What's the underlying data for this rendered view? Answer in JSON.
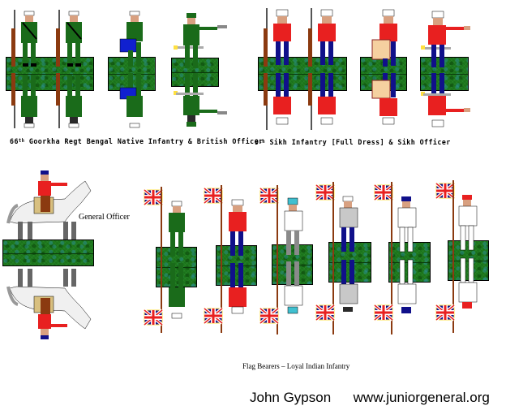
{
  "sheet": {
    "background": "#ffffff",
    "base_color": "#1e7a1e",
    "groups": [
      {
        "id": "goorkha",
        "caption_prefix": "66",
        "caption_sup": "th",
        "caption_rest": " Goorkha Regt Bengal Native Infantry & British Officer",
        "uniform_color": "#1a6b1a",
        "figures": [
          "rifleman",
          "rifleman",
          "drummer",
          "british-officer"
        ]
      },
      {
        "id": "sikh",
        "caption_prefix": "9",
        "caption_sup": "th",
        "caption_rest": " Sikh Infantry [Full Dress] & Sikh Officer",
        "uniform_color": "#e82020",
        "trouser_color": "#10108a",
        "figures": [
          "rifleman",
          "rifleman",
          "drummer",
          "sikh-officer"
        ]
      },
      {
        "id": "general",
        "caption": "General Officer",
        "figures": [
          "mounted-general"
        ]
      },
      {
        "id": "flag-bearers",
        "caption": "Flag Bearers – Loyal Indian Infantry",
        "figures": [
          {
            "coat": "#1a6b1a",
            "trousers": "#1a6b1a",
            "headgear": "#ffffff"
          },
          {
            "coat": "#e82020",
            "trousers": "#10108a",
            "headgear": "#ffffff"
          },
          {
            "coat": "#ffffff",
            "trousers": "#8a8a8a",
            "headgear": "#40c0d0"
          },
          {
            "coat": "#c8c8c8",
            "trousers": "#10108a",
            "headgear": "#ffffff"
          },
          {
            "coat": "#ffffff",
            "trousers": "#ffffff",
            "headgear": "#10108a"
          },
          {
            "coat": "#ffffff",
            "trousers": "#ffffff",
            "headgear": "#e82020"
          }
        ]
      }
    ]
  },
  "footer": {
    "author": "John Gypson",
    "website": "www.juniorgeneral.org"
  }
}
